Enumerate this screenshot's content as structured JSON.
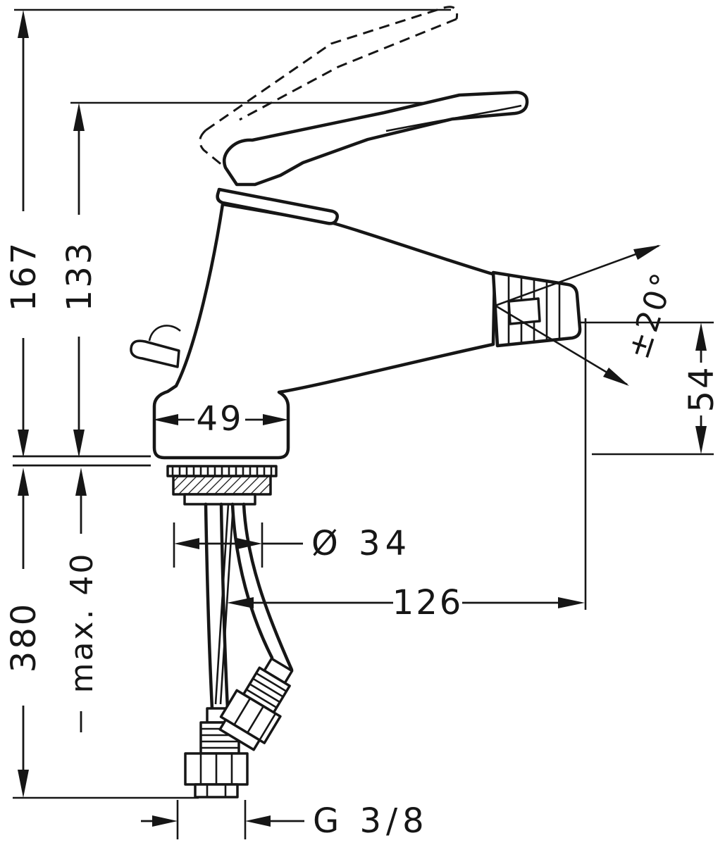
{
  "page": {
    "background": "#ffffff",
    "ink": "#161616"
  },
  "diagram": {
    "type": "technical-dimension-drawing",
    "subject": "single-lever bidet mixer, side view with supply hoses",
    "labels": {
      "total_height": "167",
      "handle_height": "133",
      "body_width": "49",
      "swivel_angle": "±20°",
      "spout_drop": "54",
      "shank_diameter": "Ø 34",
      "spout_reach": "126",
      "hose_length": "380",
      "max_deck_thickness": "max. 40",
      "thread_size": "G 3/8"
    }
  }
}
